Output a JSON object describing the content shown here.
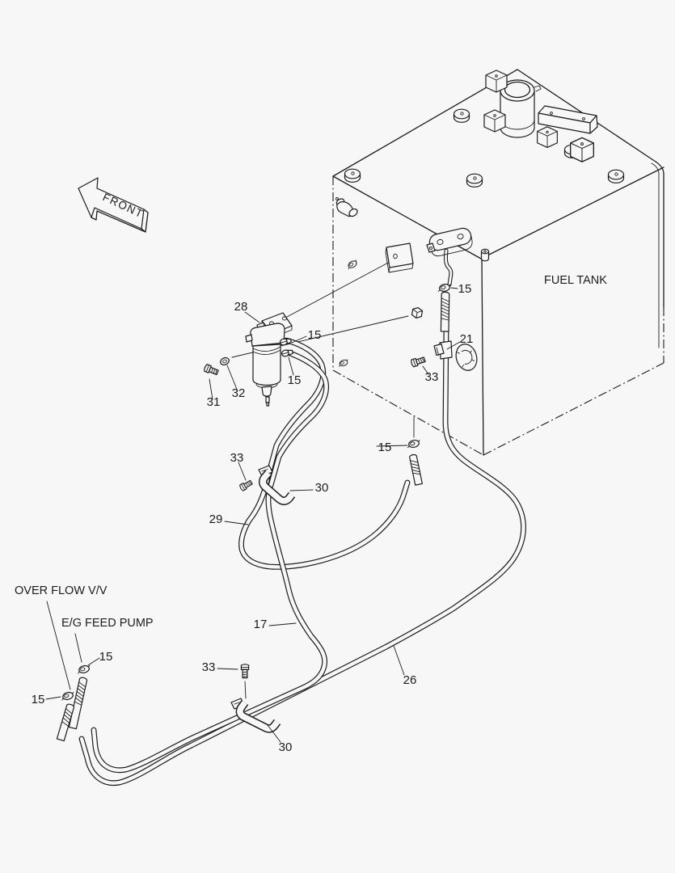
{
  "figure": {
    "front_arrow_label": "FRONT",
    "component_labels": {
      "fuel_tank": "FUEL TANK",
      "overflow_valve": "OVER FLOW V/V",
      "engine_feed_pump": "E/G FEED PUMP"
    },
    "callouts": {
      "n15": "15",
      "n17": "17",
      "n21": "21",
      "n26": "26",
      "n28": "28",
      "n29": "29",
      "n30": "30",
      "n31": "31",
      "n32": "32",
      "n33": "33"
    },
    "colors": {
      "background": "#f7f7f7",
      "line": "#1c1c1c"
    }
  }
}
